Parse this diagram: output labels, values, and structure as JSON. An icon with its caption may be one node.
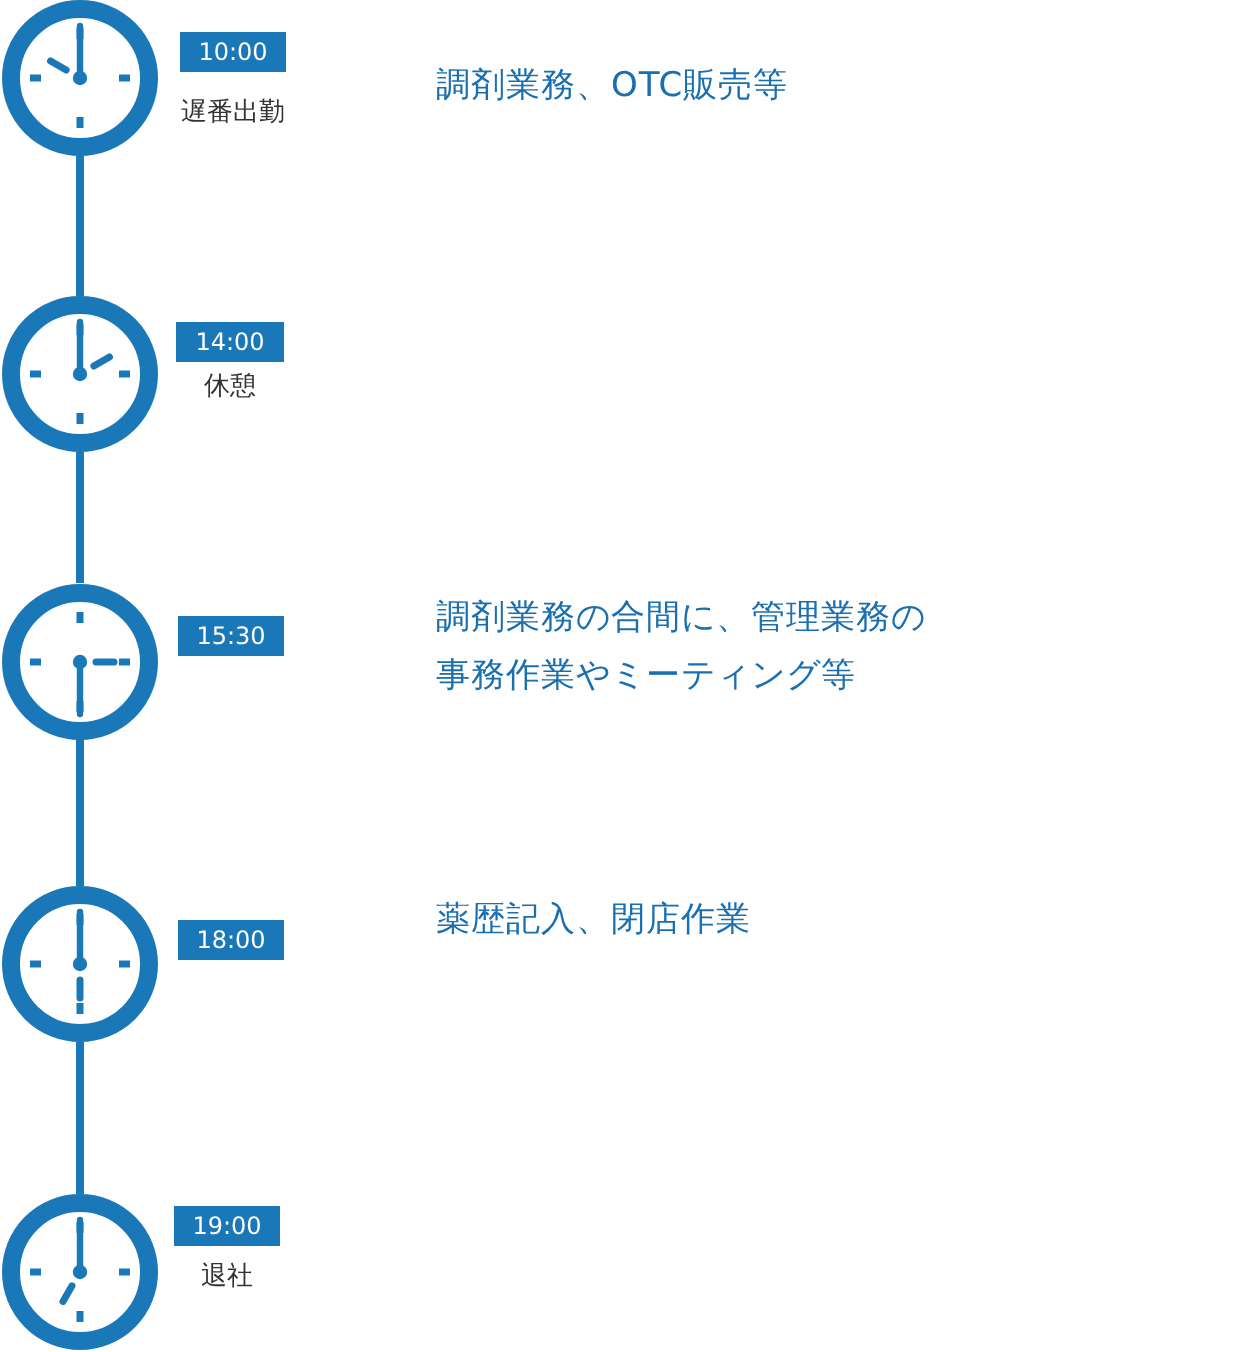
{
  "diagram": {
    "nodes": [
      {
        "text": [],
        "shape": "picture"
      },
      {
        "text": [
          "10:00"
        ],
        "beside": [
          "遅番出勤"
        ]
      },
      {
        "text": [],
        "shape": "picture"
      },
      {
        "text": [
          "14:00"
        ],
        "beside": [
          "休憩"
        ]
      },
      {
        "text": [],
        "shape": "picture"
      },
      {
        "text": [
          "15:30"
        ]
      },
      {
        "text": [],
        "shape": "picture"
      },
      {
        "text": [
          "18:00"
        ]
      },
      {
        "text": [],
        "shape": "picture"
      },
      {
        "text": [
          "19:00"
        ],
        "beside": [
          "退社"
        ]
      }
    ],
    "edges": [
      {
        "from": 0,
        "to": 2,
        "arrow": "none"
      },
      {
        "from": 2,
        "to": 4,
        "arrow": "none"
      },
      {
        "from": 4,
        "to": 6,
        "arrow": "none"
      },
      {
        "from": 6,
        "to": 8,
        "arrow": "none"
      }
    ],
    "labels": [
      "調剤業務、OTC販売等",
      "調剤業務の合間に、管理業務の事務作業やミーティング等",
      "薬歴記入、閉店作業"
    ]
  }
}
